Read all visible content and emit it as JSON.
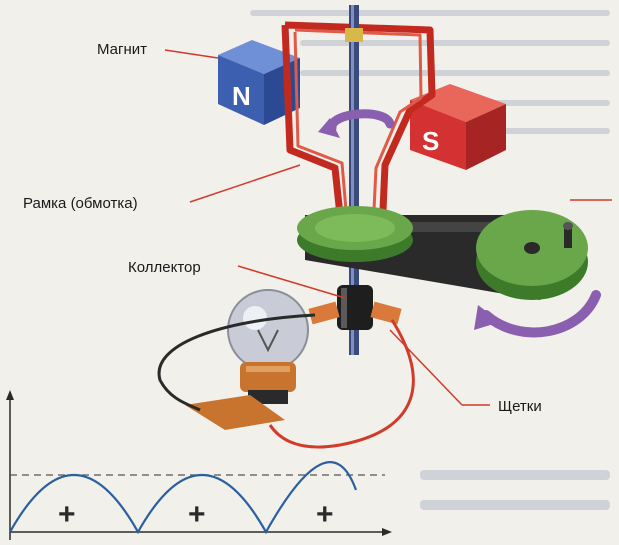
{
  "labels": {
    "magnet": "Магнит",
    "frame": "Рамка (обмотка)",
    "collector": "Коллектор",
    "brushes": "Щетки"
  },
  "poles": {
    "north": "N",
    "south": "S"
  },
  "graph": {
    "signs": [
      "+",
      "+",
      "+"
    ]
  },
  "colors": {
    "magnet_north": "#3c5fb0",
    "magnet_south": "#d43232",
    "wire": "#d23a2a",
    "disk": "#6aa64a",
    "belt": "#2a2a2a",
    "rotation_arrow": "#8a5fb0",
    "wave": "#2a5fa0"
  },
  "icons": [
    "rotation-arrow-icon",
    "light-bulb-icon",
    "wave-graph"
  ]
}
